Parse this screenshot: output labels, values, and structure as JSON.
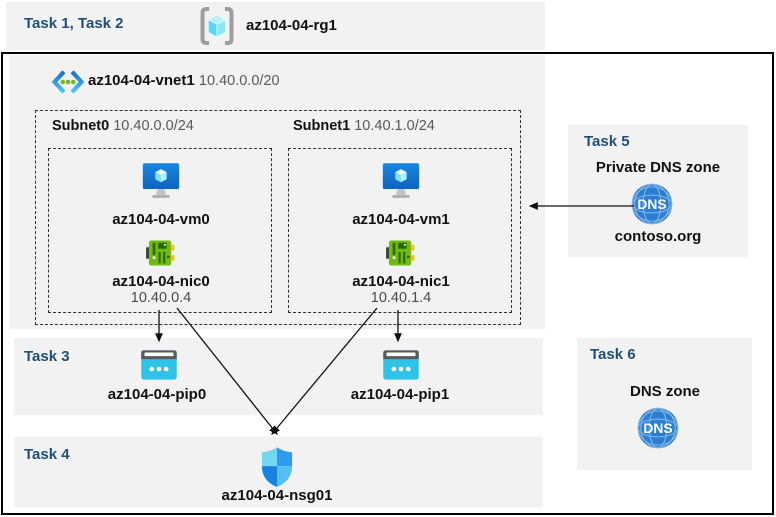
{
  "header": {
    "tasks_label": "Task 1, Task 2",
    "rg_icon": "resource-group-icon",
    "rg_name": "az104-04-rg1"
  },
  "vnet": {
    "icon": "virtual-network-icon",
    "name": "az104-04-vnet1",
    "cidr": "10.40.0.0/20"
  },
  "subnet0": {
    "name": "Subnet0",
    "cidr": "10.40.0.0/24",
    "vm_icon": "virtual-machine-icon",
    "vm_name": "az104-04-vm0",
    "nic_icon": "network-interface-icon",
    "nic_name": "az104-04-nic0",
    "nic_ip": "10.40.0.4"
  },
  "subnet1": {
    "name": "Subnet1",
    "cidr": "10.40.1.0/24",
    "vm_icon": "virtual-machine-icon",
    "vm_name": "az104-04-vm1",
    "nic_icon": "network-interface-icon",
    "nic_name": "az104-04-nic1",
    "nic_ip": "10.40.1.4"
  },
  "task3": {
    "label": "Task 3",
    "pip_icon": "public-ip-icon",
    "pip0_name": "az104-04-pip0",
    "pip1_name": "az104-04-pip1"
  },
  "task4": {
    "label": "Task 4",
    "nsg_icon": "network-security-group-icon",
    "nsg_name": "az104-04-nsg01"
  },
  "task5": {
    "label": "Task 5",
    "title": "Private DNS zone",
    "dns_icon": "dns-zone-icon",
    "dns_label": "DNS",
    "zone_name": "contoso.org"
  },
  "task6": {
    "label": "Task 6",
    "title": "DNS zone",
    "dns_icon": "dns-zone-icon",
    "dns_label": "DNS"
  },
  "colors": {
    "task_heading": "#1f4e79",
    "panel_bg": "#f2f2f2",
    "outer_border": "#000000",
    "cidr_text": "#595959",
    "vm_blue": "#1284dc",
    "nic_green": "#6fbb10",
    "pip_cyan": "#2fc3e8",
    "dns_blue": "#2b7fd2"
  }
}
